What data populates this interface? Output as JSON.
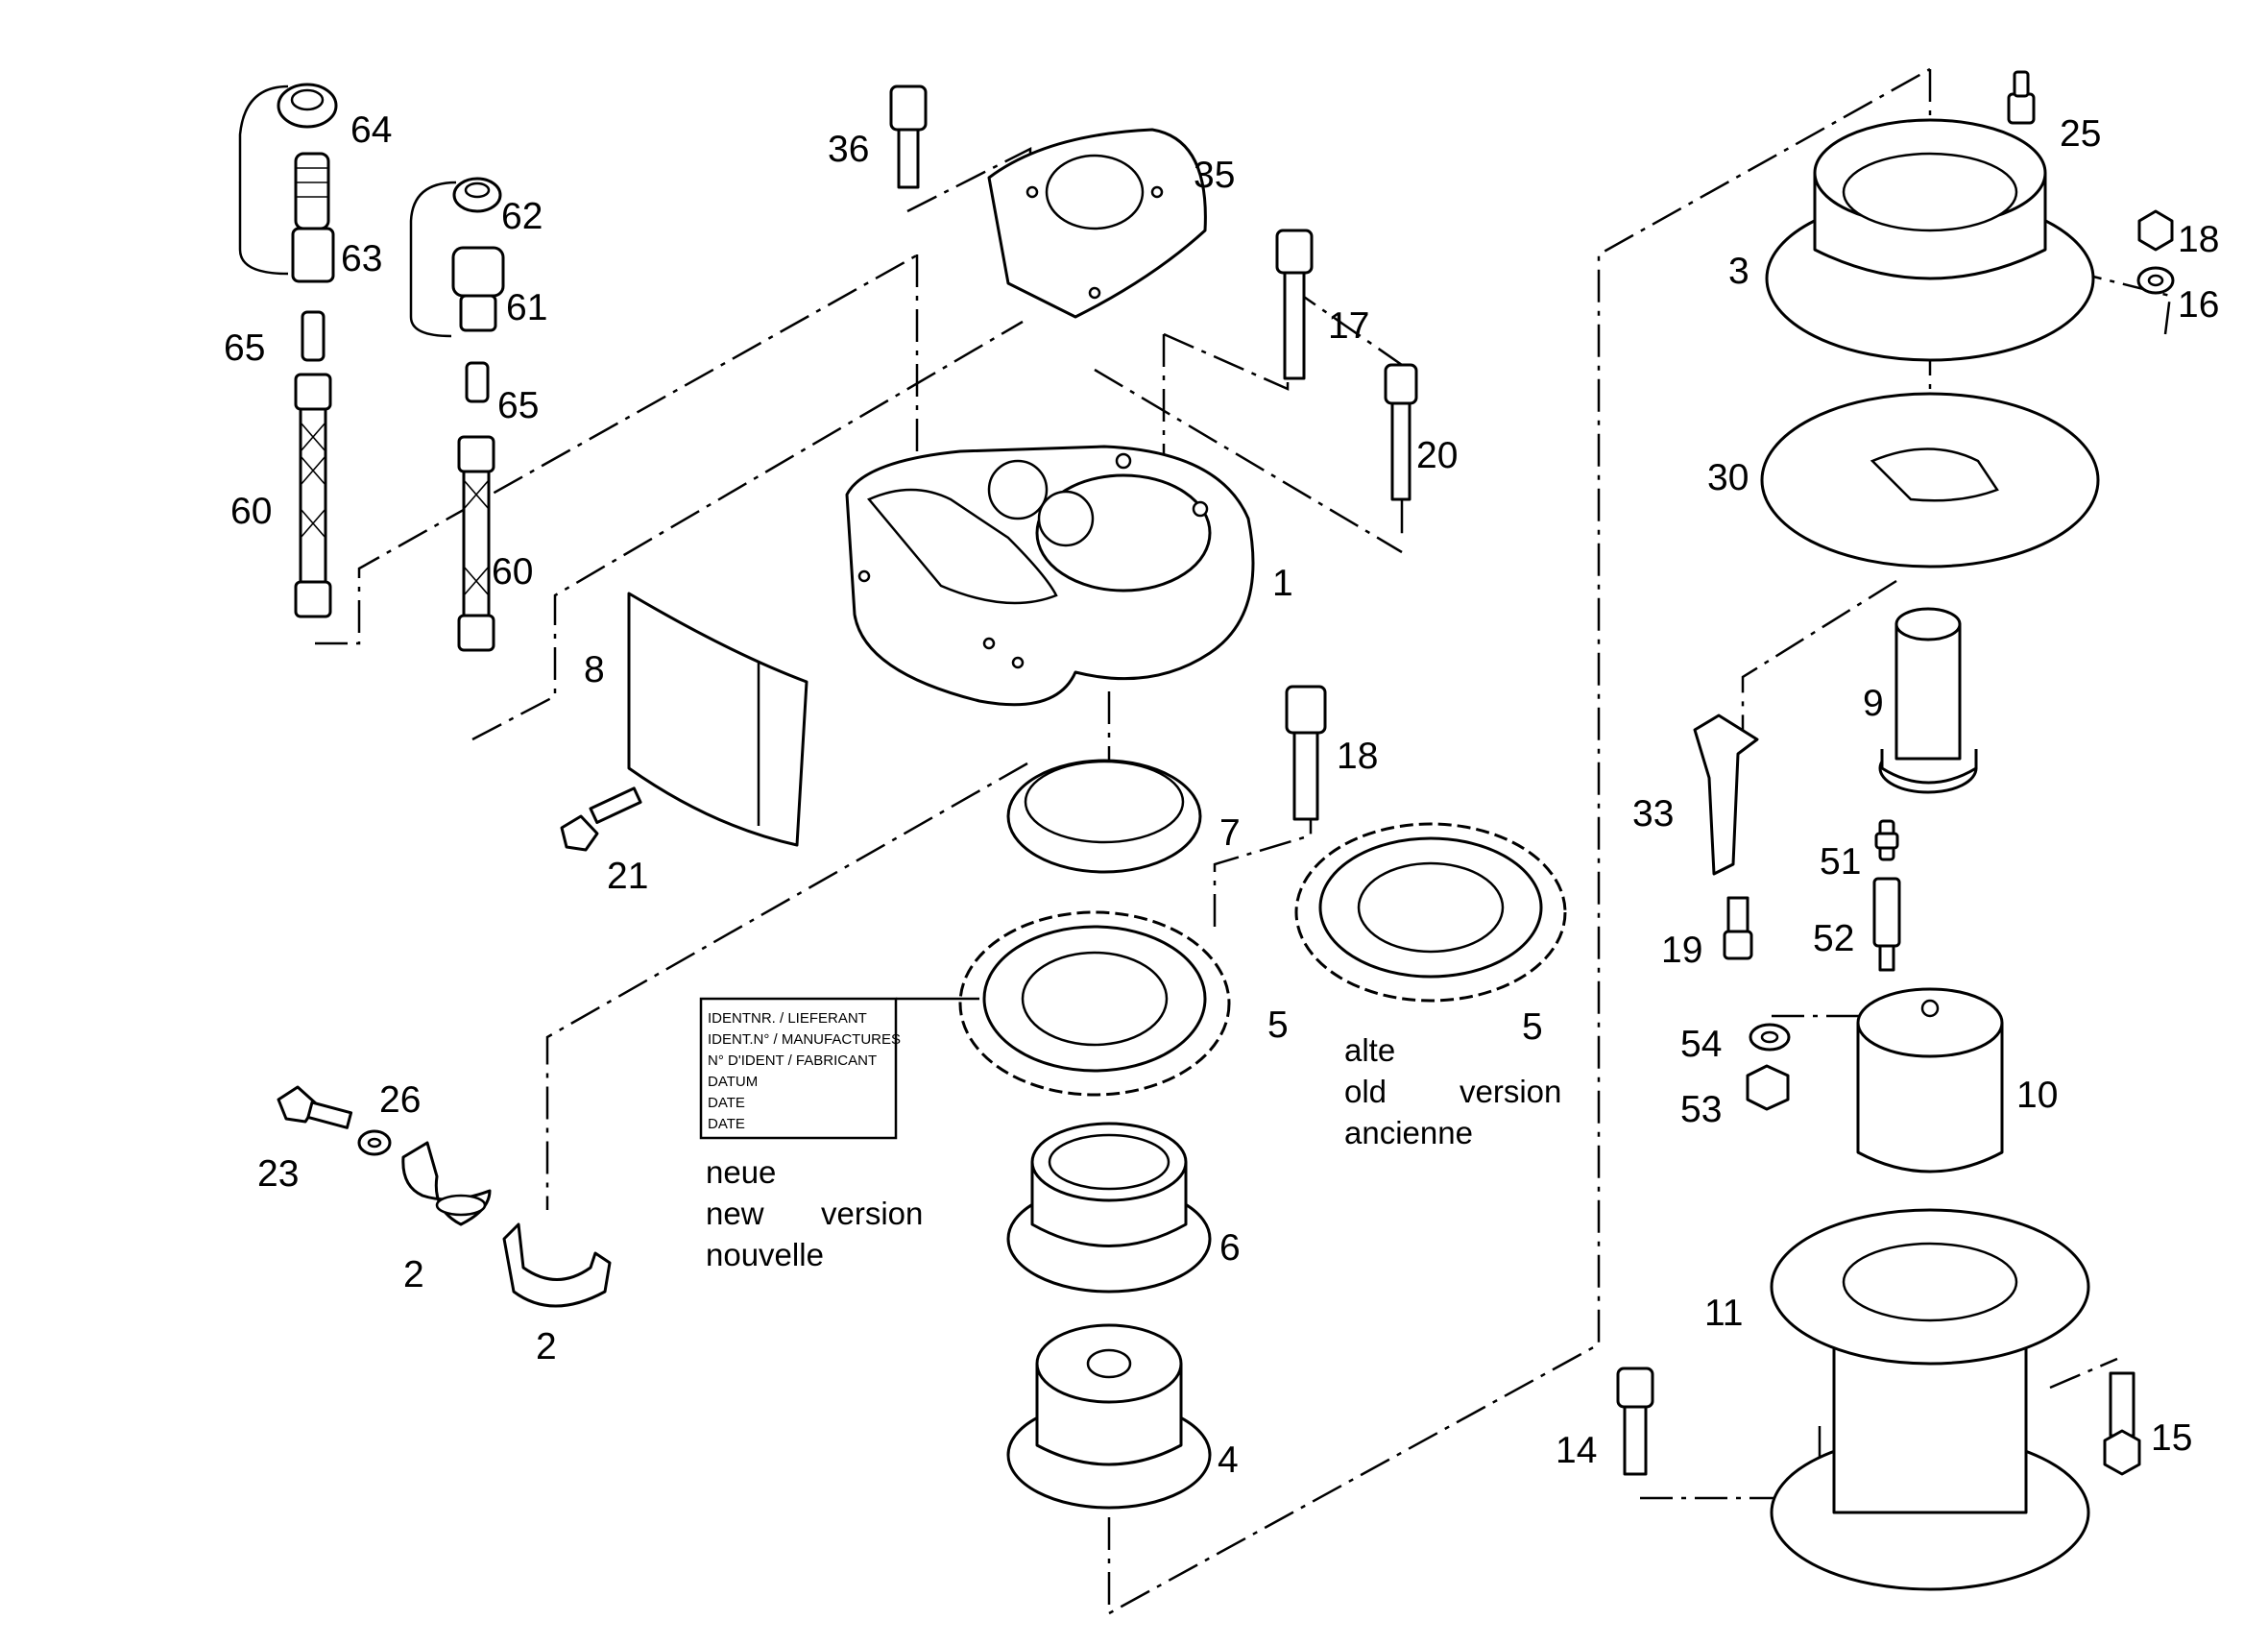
{
  "callouts": {
    "p1": "1",
    "p2a": "2",
    "p2b": "2",
    "p3": "3",
    "p4": "4",
    "p5a": "5",
    "p5b": "5",
    "p6": "6",
    "p7": "7",
    "p8": "8",
    "p9": "9",
    "p10": "10",
    "p11": "11",
    "p14": "14",
    "p15": "15",
    "p16": "16",
    "p17": "17",
    "p18a": "18",
    "p18b": "18",
    "p19": "19",
    "p20": "20",
    "p21": "21",
    "p23": "23",
    "p25": "25",
    "p26": "26",
    "p30": "30",
    "p33": "33",
    "p35": "35",
    "p36": "36",
    "p51": "51",
    "p52": "52",
    "p53": "53",
    "p54": "54",
    "p60a": "60",
    "p60b": "60",
    "p61": "61",
    "p62": "62",
    "p63": "63",
    "p64": "64",
    "p65a": "65",
    "p65b": "65"
  },
  "ident_plate": {
    "lines": [
      "IDENTNR. / LIEFERANT",
      "IDENT.N° / MANUFACTURES",
      "N° D'IDENT / FABRICANT",
      "DATUM",
      "DATE",
      "DATE"
    ]
  },
  "version_new": {
    "line1": "neue",
    "line2a": "new",
    "line2b": "version",
    "line3": "nouvelle"
  },
  "version_old": {
    "line1": "alte",
    "line2a": "old",
    "line2b": "version",
    "line3": "ancienne"
  }
}
